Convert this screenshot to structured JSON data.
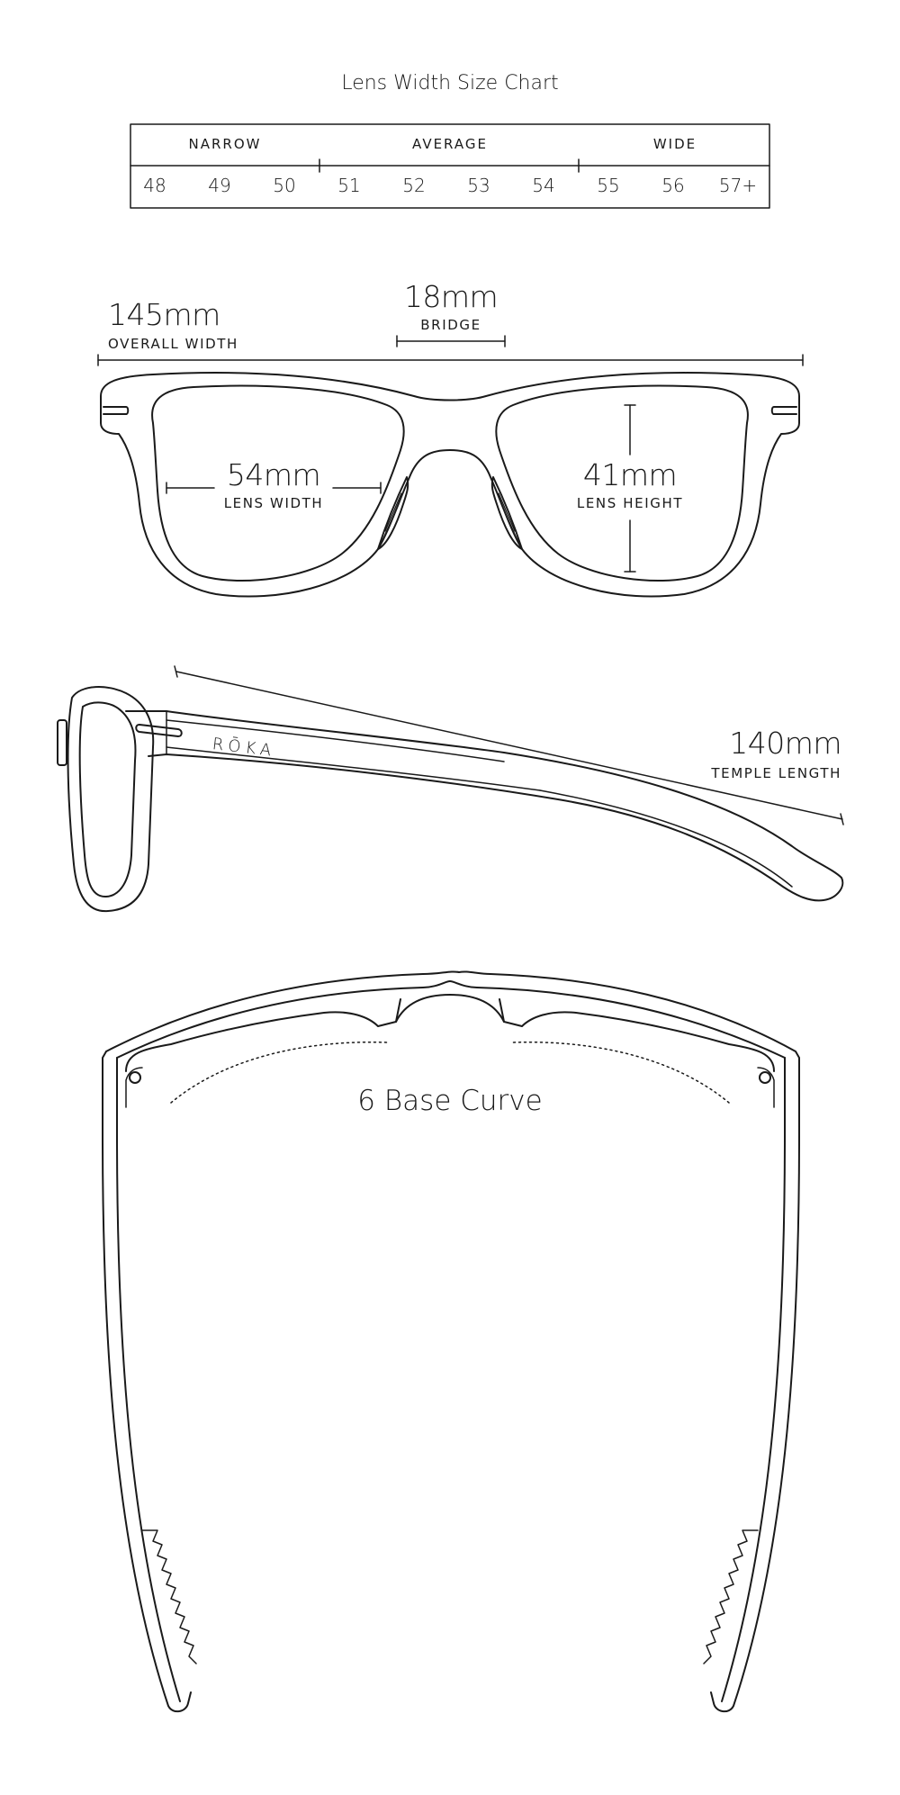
{
  "chart": {
    "title": "Lens Width Size Chart",
    "categories": [
      {
        "label": "NARROW",
        "sizes": [
          "48",
          "49",
          "50"
        ]
      },
      {
        "label": "AVERAGE",
        "sizes": [
          "51",
          "52",
          "53",
          "54"
        ]
      },
      {
        "label": "WIDE",
        "sizes": [
          "55",
          "56",
          "57+"
        ]
      }
    ]
  },
  "front_view": {
    "overall_width": {
      "value": "145mm",
      "label": "OVERALL WIDTH"
    },
    "bridge": {
      "value": "18mm",
      "label": "BRIDGE"
    },
    "lens_width": {
      "value": "54mm",
      "label": "LENS WIDTH"
    },
    "lens_height": {
      "value": "41mm",
      "label": "LENS HEIGHT"
    }
  },
  "side_view": {
    "brand": "RŌKA",
    "temple_length": {
      "value": "140mm",
      "label": "TEMPLE LENGTH"
    }
  },
  "top_view": {
    "base_curve": "6 Base Curve"
  }
}
